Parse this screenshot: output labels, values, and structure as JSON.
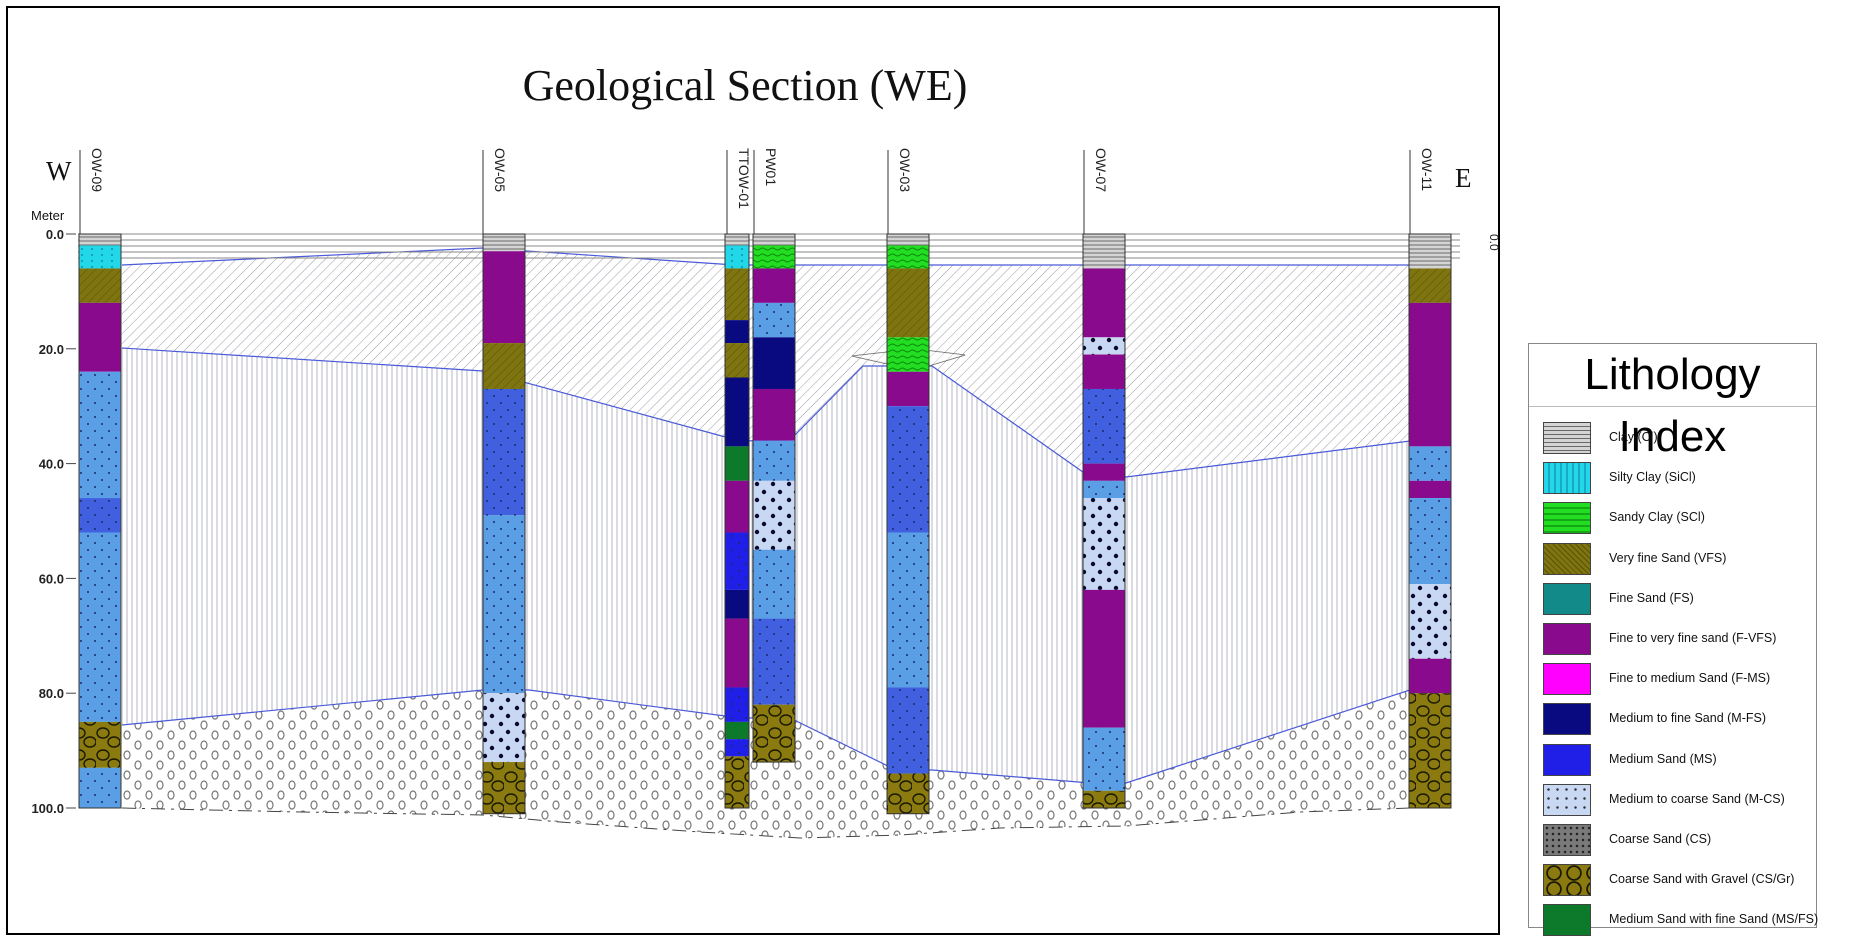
{
  "title": "Geological Section (WE)",
  "direction_left": "W",
  "direction_right": "E",
  "depth_unit": "Meter",
  "depth_ticks": [
    "0.0",
    "20.0",
    "40.0",
    "60.0",
    "80.0",
    "100.0"
  ],
  "right_tick": "0.0",
  "wells": [
    {
      "name": "OW-09"
    },
    {
      "name": "OW-05"
    },
    {
      "name": "TTOW-01"
    },
    {
      "name": "PW01"
    },
    {
      "name": "OW-03"
    },
    {
      "name": "OW-07"
    },
    {
      "name": "OW-11"
    }
  ],
  "legend": {
    "title": "Lithology Index",
    "items": [
      {
        "label": "Clay (Cl)",
        "code": "clay"
      },
      {
        "label": "Silty Clay (SiCl)",
        "code": "sicl"
      },
      {
        "label": "Sandy Clay (SCl)",
        "code": "scl"
      },
      {
        "label": "Very fine Sand (VFS)",
        "code": "vfs"
      },
      {
        "label": "Fine Sand (FS)",
        "code": "fs"
      },
      {
        "label": "Fine to very fine sand (F-VFS)",
        "code": "fvfs"
      },
      {
        "label": "Fine to medium Sand (F-MS)",
        "code": "fms"
      },
      {
        "label": "Medium to fine Sand (M-FS)",
        "code": "mfs"
      },
      {
        "label": "Medium Sand (MS)",
        "code": "ms"
      },
      {
        "label": "Medium to coarse Sand (M-CS)",
        "code": "mcs"
      },
      {
        "label": "Coarse Sand (CS)",
        "code": "cs"
      },
      {
        "label": "Coarse Sand with Gravel (CS/Gr)",
        "code": "csgr"
      },
      {
        "label": "Medium Sand with fine Sand (MS/FS)",
        "code": "msfs"
      }
    ]
  },
  "colors": {
    "clay": "#d8d8d8",
    "sicl": "#22d8e8",
    "scl": "#22dd22",
    "vfs": "#7e7410",
    "fs": "#138a8a",
    "fvfs": "#8a0a8e",
    "fms": "#ff00ff",
    "mfs": "#0a0a80",
    "ms": "#1f1fe8",
    "mcs": "#c8d8f2",
    "cs": "#7a7a7a",
    "csgr": "#8a7a10",
    "msfs": "#0c7a2a",
    "well_blue": "#5a9fe6",
    "well_blue_dark": "#4060e0",
    "unit_line": "#4a5ad8"
  }
}
